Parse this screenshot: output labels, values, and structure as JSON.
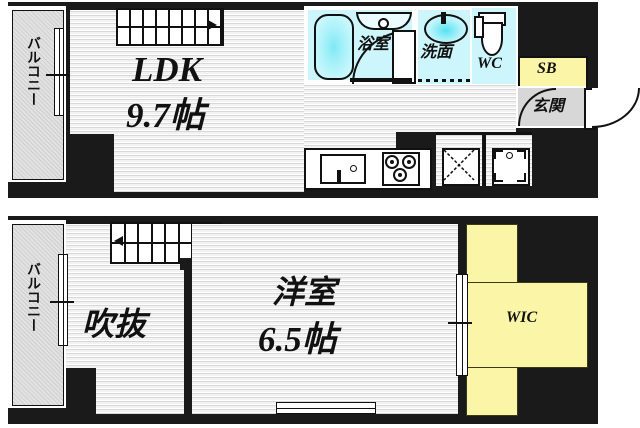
{
  "plan": {
    "type": "maisonette-floor-plan",
    "floors": [
      {
        "id": "upper",
        "rooms": [
          {
            "name": "LDK",
            "label": "LDK",
            "area_label": "9.7帖",
            "area_jo": 9.7
          },
          {
            "name": "balcony",
            "label": "バルコニー"
          },
          {
            "name": "bathroom",
            "label": "浴室"
          },
          {
            "name": "washroom",
            "label": "洗面"
          },
          {
            "name": "toilet",
            "label": "WC"
          },
          {
            "name": "shoe-box",
            "label": "SB"
          },
          {
            "name": "entrance",
            "label": "玄関"
          }
        ],
        "fixtures": [
          "bathtub",
          "shower-counter",
          "vanity-sink",
          "toilet",
          "kitchen-sink",
          "gas-stove-3burner",
          "washer-space",
          "refrigerator-space",
          "staircase-up"
        ]
      },
      {
        "id": "lower",
        "rooms": [
          {
            "name": "void",
            "label": "吹抜"
          },
          {
            "name": "bedroom",
            "label": "洋室",
            "area_label": "6.5帖",
            "area_jo": 6.5
          },
          {
            "name": "balcony",
            "label": "バルコニー"
          },
          {
            "name": "walk-in-closet",
            "label": "WIC"
          }
        ],
        "fixtures": [
          "staircase-down"
        ]
      }
    ]
  },
  "upper": {
    "ldk": {
      "name": "LDK",
      "area": "9.7帖"
    },
    "balcony": {
      "label": "バルコニー"
    },
    "bathroom": {
      "label": "浴室"
    },
    "washroom": {
      "label": "洗面"
    },
    "wc": {
      "label": "WC"
    },
    "sb": {
      "label": "SB"
    },
    "genkan": {
      "label": "玄関"
    },
    "stairs": {
      "steps": 8,
      "direction": "right"
    }
  },
  "lower": {
    "void": {
      "label": "吹抜"
    },
    "bedroom": {
      "name": "洋室",
      "area": "6.5帖"
    },
    "balcony": {
      "label": "バルコニー"
    },
    "wic": {
      "label": "WIC"
    },
    "stairs": {
      "steps": 8,
      "direction": "left"
    }
  },
  "colors": {
    "wall": "#1a1a1a",
    "floor": "#f0f0f0",
    "wet_area": "#ccf6fb",
    "closet_yellow": "#fbf5a8",
    "entrance_gray": "#d7d7d7",
    "background": "#ffffff"
  }
}
